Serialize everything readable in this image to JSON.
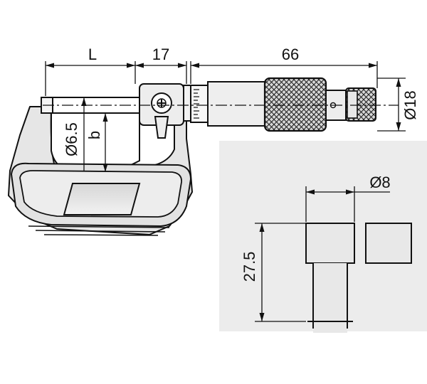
{
  "dimensions": {
    "length_L": "L",
    "anvil_offset": "17",
    "spindle_length": "66",
    "thimble_diameter": "Ø18",
    "spindle_diameter": "Ø6.5",
    "throat_depth": "b",
    "tip_diameter": "Ø8",
    "tip_height": "27.5"
  },
  "colors": {
    "frame_fill": "#e6e6e6",
    "inset_panel": "#ececec",
    "line": "#111111"
  }
}
